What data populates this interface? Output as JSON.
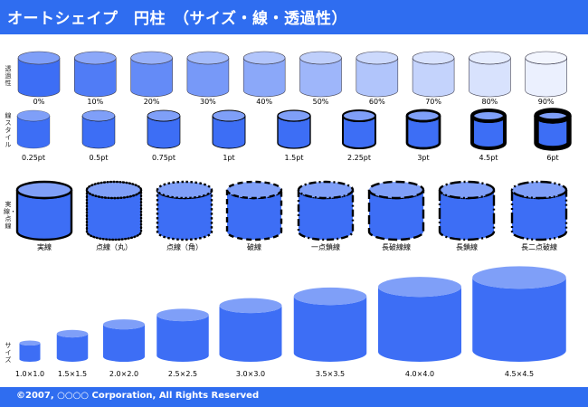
{
  "header": {
    "title": "オートシェイプ　円柱　（サイズ・線・透過性）"
  },
  "footer": {
    "copyright": "©2007, ○○○○ Corporation, All Rights Reserved"
  },
  "colors": {
    "header_bg": "#2f6df0",
    "cylinder_fill": "#3d6ef5",
    "cylinder_top": "#7f9ff8",
    "outline": "#000000"
  },
  "rows": {
    "transparency": {
      "label": "透過性",
      "items": [
        "0%",
        "10%",
        "20%",
        "30%",
        "40%",
        "50%",
        "60%",
        "70%",
        "80%",
        "90%"
      ],
      "values": [
        0,
        10,
        20,
        30,
        40,
        50,
        60,
        70,
        80,
        90
      ]
    },
    "line_width": {
      "label": "線スタイル",
      "items": [
        "0.25pt",
        "0.5pt",
        "0.75pt",
        "1pt",
        "1.5pt",
        "2.25pt",
        "3pt",
        "4.5pt",
        "6pt"
      ],
      "values": [
        0.25,
        0.5,
        0.75,
        1,
        1.5,
        2.25,
        3,
        4.5,
        6
      ]
    },
    "dash": {
      "label": "実線・点線",
      "items": [
        "実線",
        "点線（丸）",
        "点線（角）",
        "破線",
        "一点鎖線",
        "長破線線",
        "長鎖線",
        "長二点破線"
      ]
    },
    "size": {
      "label": "サイズ",
      "items": [
        "1.0×1.0",
        "1.5×1.5",
        "2.0×2.0",
        "2.5×2.5",
        "3.0×3.0",
        "3.5×3.5",
        "4.0×4.0",
        "4.5×4.5"
      ],
      "values": [
        1.0,
        1.5,
        2.0,
        2.5,
        3.0,
        3.5,
        4.0,
        4.5
      ]
    }
  }
}
